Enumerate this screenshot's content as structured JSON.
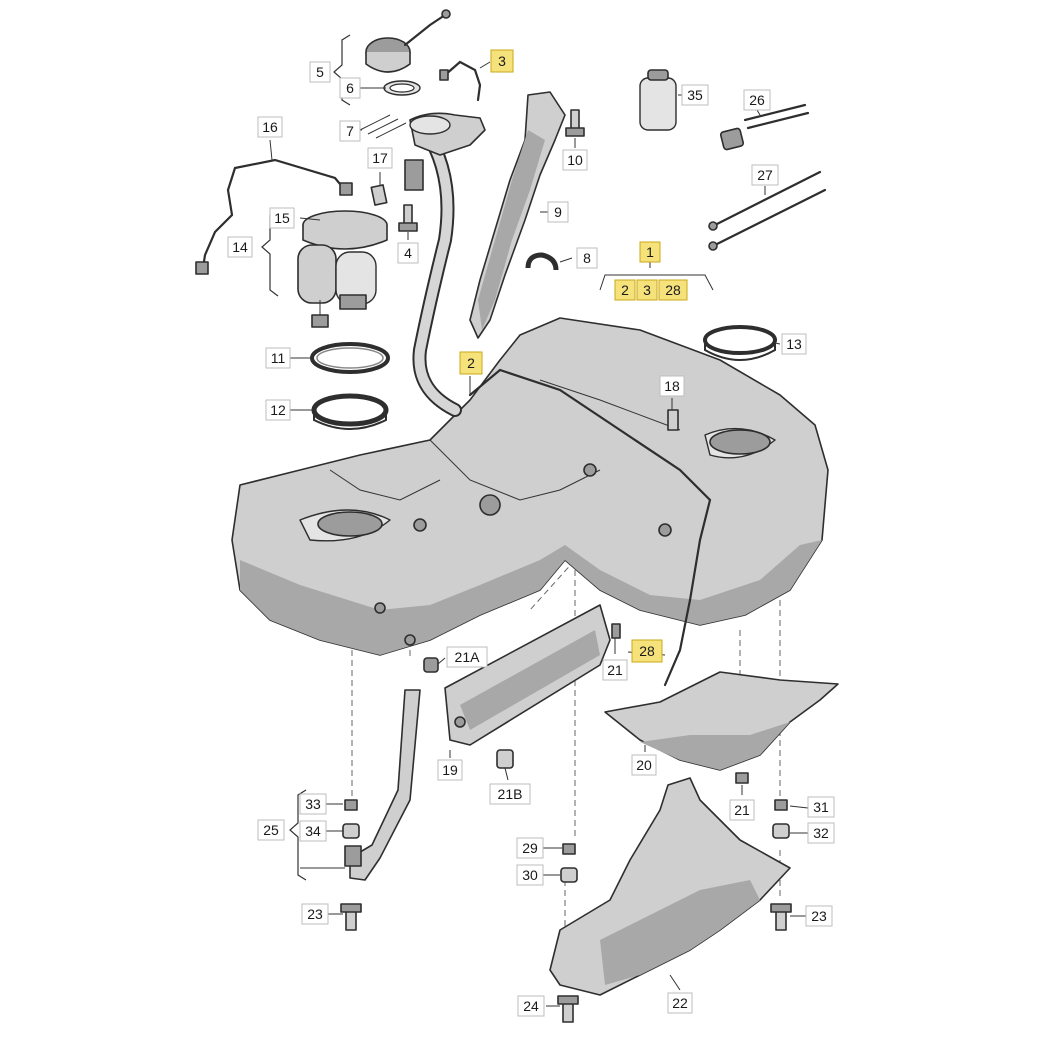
{
  "callouts": [
    {
      "id": "c-1",
      "text": "1",
      "highlight": true
    },
    {
      "id": "c-2a",
      "text": "2",
      "highlight": true
    },
    {
      "id": "c-3a",
      "text": "3",
      "highlight": true
    },
    {
      "id": "c-28a",
      "text": "28",
      "highlight": true
    },
    {
      "id": "c-3b",
      "text": "3",
      "highlight": true
    },
    {
      "id": "c-2b",
      "text": "2",
      "highlight": true
    },
    {
      "id": "c-28b",
      "text": "28",
      "highlight": true
    },
    {
      "id": "c-4",
      "text": "4",
      "highlight": false
    },
    {
      "id": "c-5",
      "text": "5",
      "highlight": false
    },
    {
      "id": "c-6",
      "text": "6",
      "highlight": false
    },
    {
      "id": "c-7",
      "text": "7",
      "highlight": false
    },
    {
      "id": "c-8",
      "text": "8",
      "highlight": false
    },
    {
      "id": "c-9",
      "text": "9",
      "highlight": false
    },
    {
      "id": "c-10",
      "text": "10",
      "highlight": false
    },
    {
      "id": "c-11",
      "text": "11",
      "highlight": false
    },
    {
      "id": "c-12",
      "text": "12",
      "highlight": false
    },
    {
      "id": "c-13",
      "text": "13",
      "highlight": false
    },
    {
      "id": "c-14",
      "text": "14",
      "highlight": false
    },
    {
      "id": "c-15",
      "text": "15",
      "highlight": false
    },
    {
      "id": "c-16",
      "text": "16",
      "highlight": false
    },
    {
      "id": "c-17",
      "text": "17",
      "highlight": false
    },
    {
      "id": "c-18",
      "text": "18",
      "highlight": false
    },
    {
      "id": "c-19",
      "text": "19",
      "highlight": false
    },
    {
      "id": "c-20",
      "text": "20",
      "highlight": false
    },
    {
      "id": "c-21a",
      "text": "21",
      "highlight": false
    },
    {
      "id": "c-21b",
      "text": "21",
      "highlight": false
    },
    {
      "id": "c-21A",
      "text": "21A",
      "highlight": false
    },
    {
      "id": "c-21B",
      "text": "21B",
      "highlight": false
    },
    {
      "id": "c-22",
      "text": "22",
      "highlight": false
    },
    {
      "id": "c-23a",
      "text": "23",
      "highlight": false
    },
    {
      "id": "c-23b",
      "text": "23",
      "highlight": false
    },
    {
      "id": "c-24",
      "text": "24",
      "highlight": false
    },
    {
      "id": "c-25",
      "text": "25",
      "highlight": false
    },
    {
      "id": "c-26",
      "text": "26",
      "highlight": false
    },
    {
      "id": "c-27",
      "text": "27",
      "highlight": false
    },
    {
      "id": "c-29",
      "text": "29",
      "highlight": false
    },
    {
      "id": "c-30",
      "text": "30",
      "highlight": false
    },
    {
      "id": "c-31",
      "text": "31",
      "highlight": false
    },
    {
      "id": "c-32",
      "text": "32",
      "highlight": false
    },
    {
      "id": "c-33",
      "text": "33",
      "highlight": false
    },
    {
      "id": "c-34",
      "text": "34",
      "highlight": false
    },
    {
      "id": "c-35",
      "text": "35",
      "highlight": false
    }
  ],
  "colors": {
    "highlight": "#f6e27a",
    "part_fill": "#cfcfcf",
    "outline": "#2e2e2e"
  }
}
